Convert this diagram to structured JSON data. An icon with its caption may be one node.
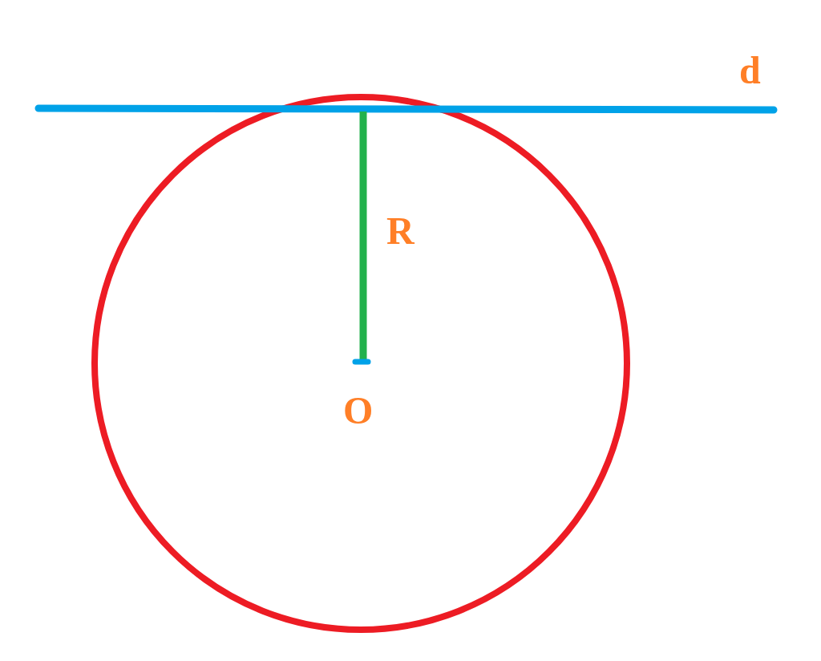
{
  "diagram": {
    "labels": [
      "d",
      "R",
      "O"
    ]
  }
}
